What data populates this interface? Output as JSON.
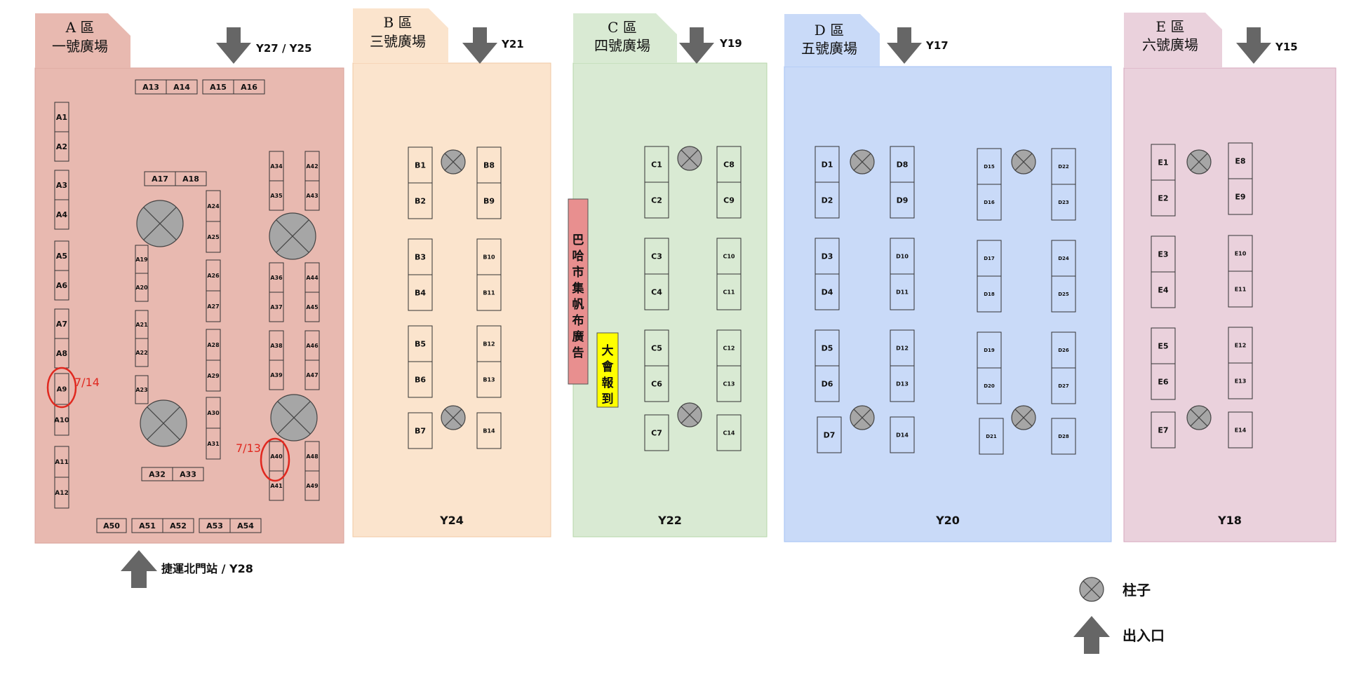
{
  "zones": [
    {
      "id": "A",
      "name": "A 區",
      "plaza": "一號廣場",
      "top_exit": "Y27 / Y25",
      "bottom_label": "",
      "fill": "#e8b9b0",
      "edge": "#d8a29a",
      "booths": [
        "A1",
        "A2",
        "A3",
        "A4",
        "A5",
        "A6",
        "A7",
        "A8",
        "A9",
        "A10",
        "A11",
        "A12",
        "A13",
        "A14",
        "A15",
        "A16",
        "A17",
        "A18",
        "A19",
        "A20",
        "A21",
        "A22",
        "A23",
        "A24",
        "A25",
        "A26",
        "A27",
        "A28",
        "A29",
        "A30",
        "A31",
        "A32",
        "A33",
        "A34",
        "A35",
        "A36",
        "A37",
        "A38",
        "A39",
        "A40",
        "A41",
        "A42",
        "A43",
        "A44",
        "A45",
        "A46",
        "A47",
        "A48",
        "A49",
        "A50",
        "A51",
        "A52",
        "A53",
        "A54"
      ]
    },
    {
      "id": "B",
      "name": "B 區",
      "plaza": "三號廣場",
      "top_exit": "Y21",
      "bottom_label": "Y24",
      "fill": "#fbe4cd",
      "edge": "#f0c8a3",
      "booths": [
        "B1",
        "B2",
        "B3",
        "B4",
        "B5",
        "B6",
        "B7",
        "B8",
        "B9",
        "B10",
        "B11",
        "B12",
        "B13",
        "B14"
      ]
    },
    {
      "id": "C",
      "name": "C 區",
      "plaza": "四號廣場",
      "top_exit": "Y19",
      "bottom_label": "Y22",
      "fill": "#d9ead3",
      "edge": "#b6d7a8",
      "booths": [
        "C1",
        "C2",
        "C3",
        "C4",
        "C5",
        "C6",
        "C7",
        "C8",
        "C9",
        "C10",
        "C11",
        "C12",
        "C13",
        "C14"
      ]
    },
    {
      "id": "D",
      "name": "D 區",
      "plaza": "五號廣場",
      "top_exit": "Y17",
      "bottom_label": "Y20",
      "fill": "#c9daf8",
      "edge": "#a4c2f4",
      "booths": [
        "D1",
        "D2",
        "D3",
        "D4",
        "D5",
        "D6",
        "D7",
        "D8",
        "D9",
        "D10",
        "D11",
        "D12",
        "D13",
        "D14",
        "D15",
        "D16",
        "D17",
        "D18",
        "D19",
        "D20",
        "D21",
        "D22",
        "D23",
        "D24",
        "D25",
        "D26",
        "D27",
        "D28"
      ]
    },
    {
      "id": "E",
      "name": "E 區",
      "plaza": "六號廣場",
      "top_exit": "Y15",
      "bottom_label": "Y18",
      "fill": "#ead1dc",
      "edge": "#d5a6bd",
      "booths": [
        "E1",
        "E2",
        "E3",
        "E4",
        "E5",
        "E6",
        "E7",
        "E8",
        "E9",
        "E10",
        "E11",
        "E12",
        "E13",
        "E14"
      ]
    }
  ],
  "bottom_entrance": "捷運北門站 / Y28",
  "banner_vertical": "巴哈市集帆布廣告",
  "reception": "大會報到",
  "notes": [
    "7/14",
    "7/13"
  ],
  "legend": {
    "pillar": "柱子",
    "entrance": "出入口"
  },
  "colors": {
    "pillar": "#a6a6a6",
    "arrow": "#666666",
    "banner": "#e88f8f",
    "reception": "#ffff00",
    "note": "#e0281f"
  }
}
